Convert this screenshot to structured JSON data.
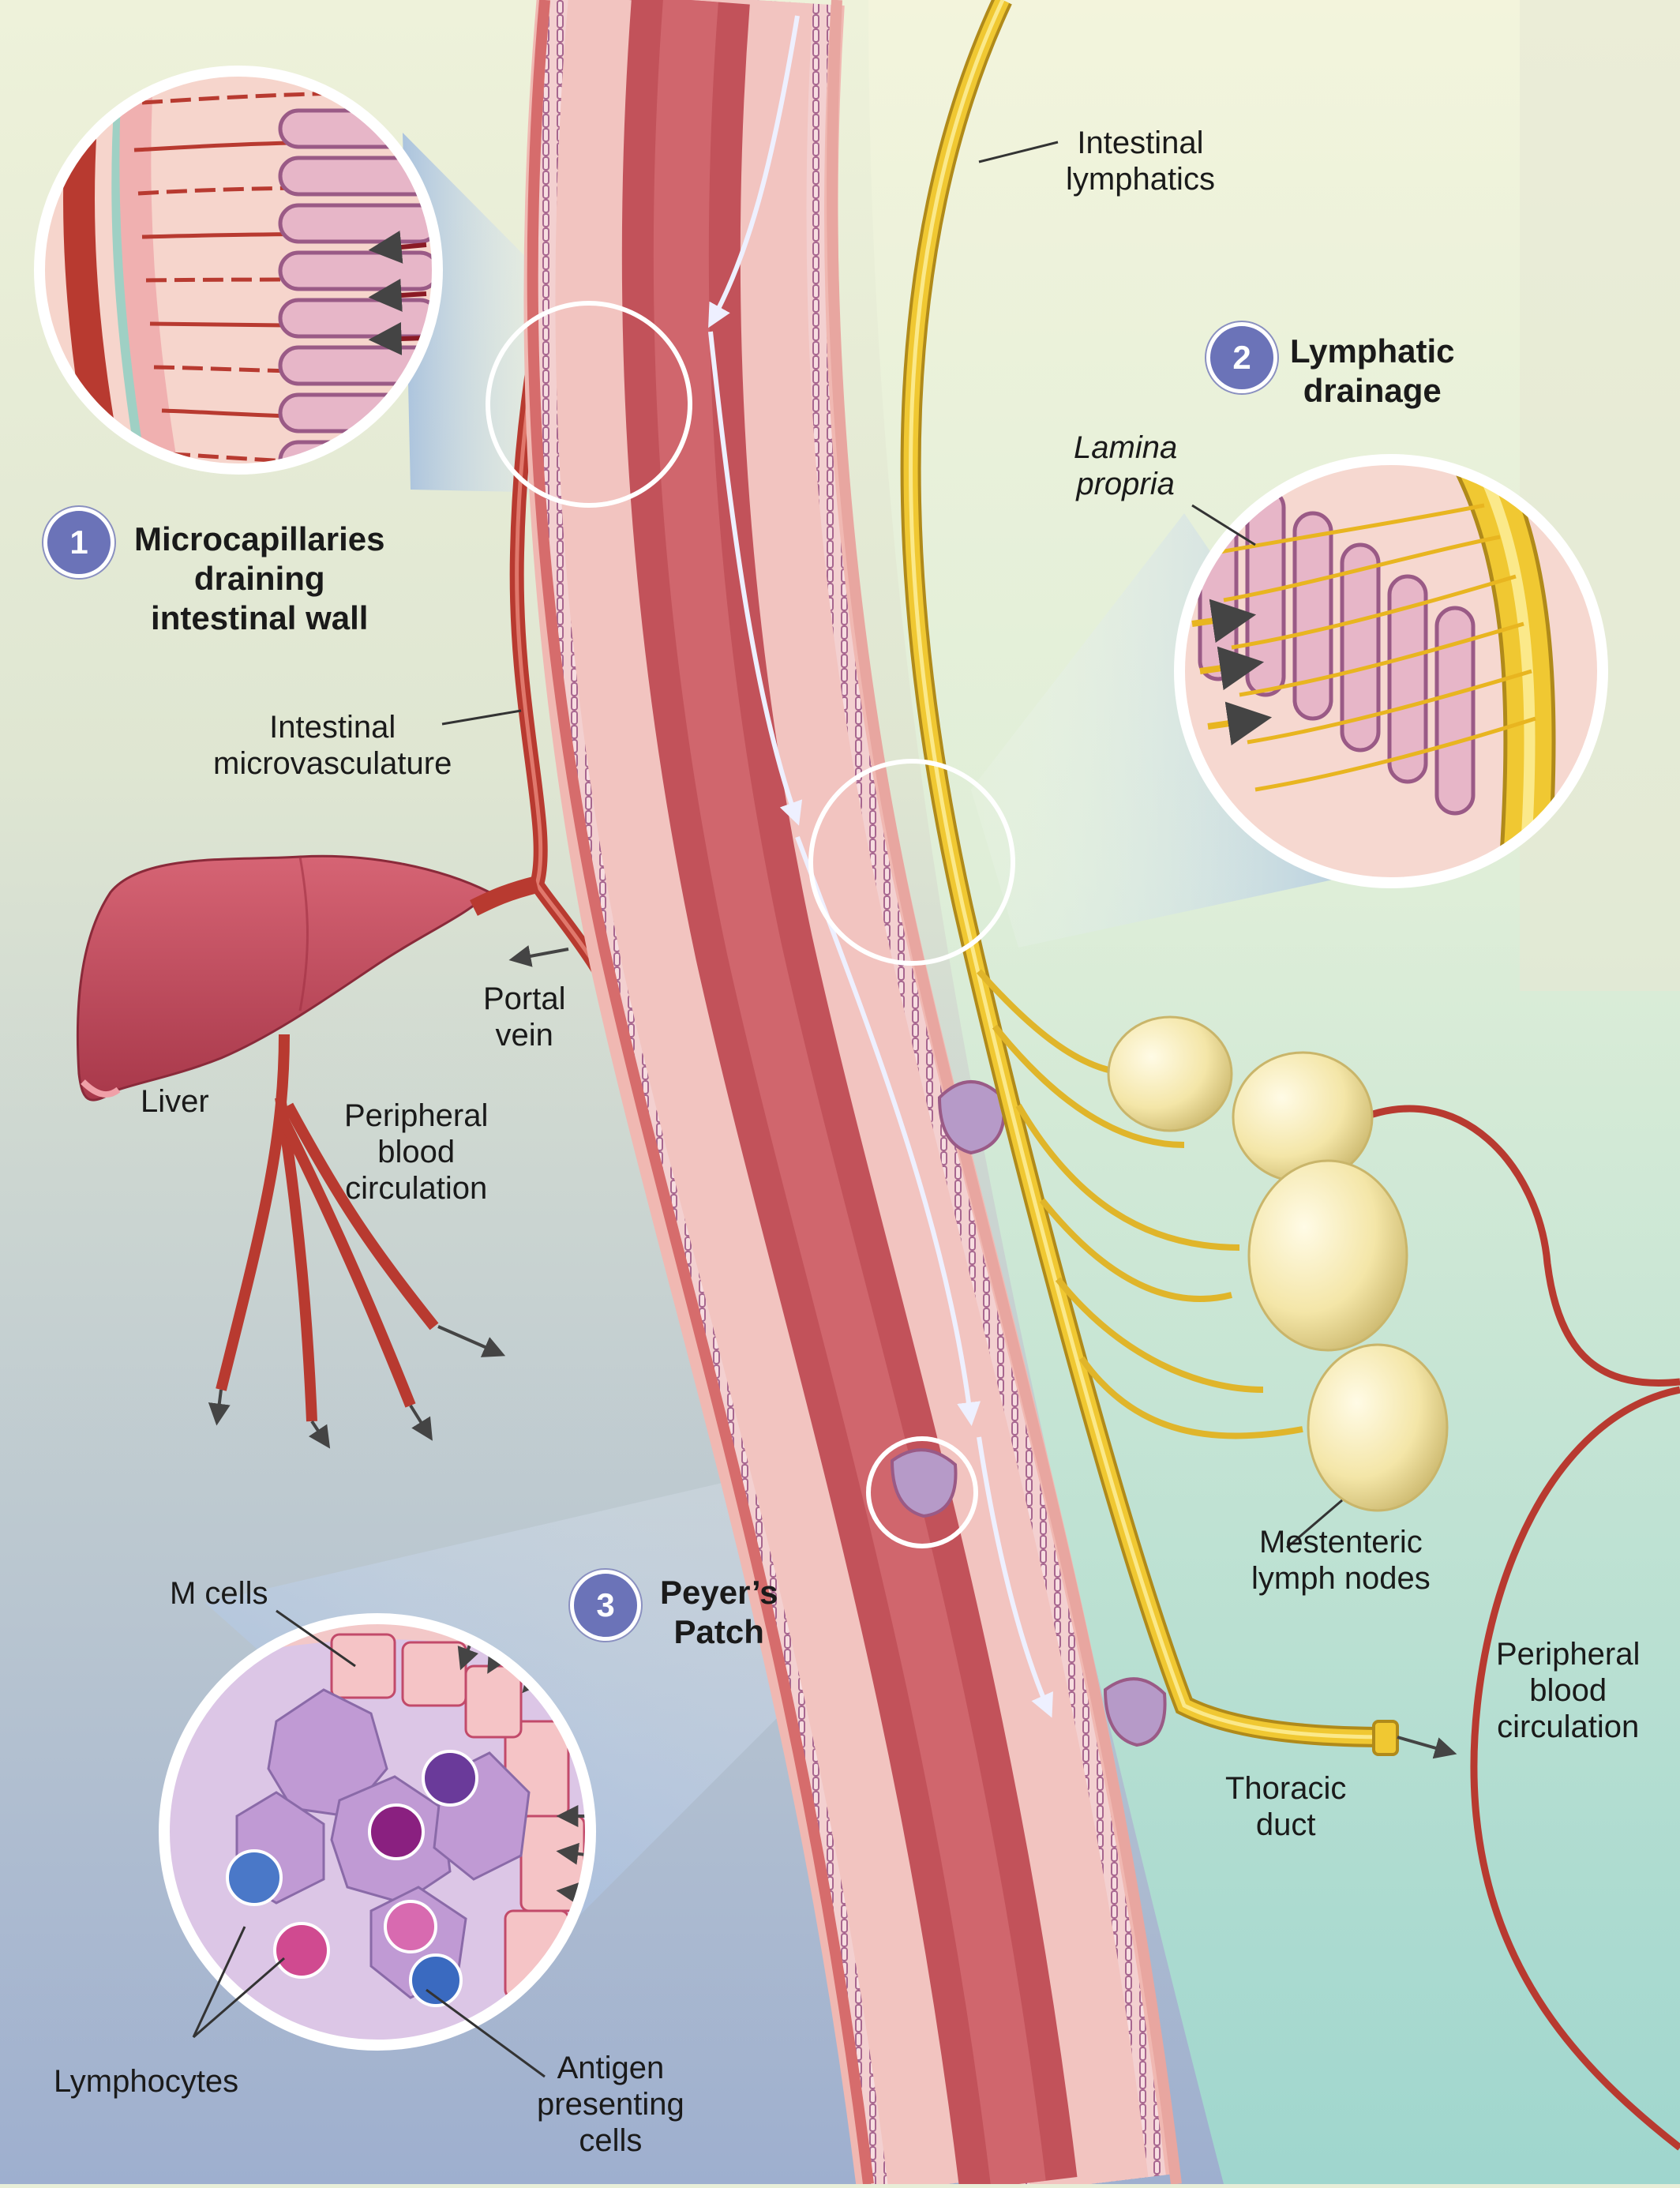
{
  "labels": {
    "intestinal_lymphatics": "Intestinal\nlymphatics",
    "intestinal_microvasculature": "Intestinal\nmicrovasculature",
    "portal_vein": "Portal\nvein",
    "liver": "Liver",
    "peripheral_blood_left": "Peripheral\nblood\ncirculation",
    "lamina_propria": "Lamina\npropria",
    "mesenteric_lymph_nodes": "Mestenteric\nlymph nodes",
    "peripheral_blood_right": "Peripheral\nblood\ncirculation",
    "thoracic_duct": "Thoracic\nduct",
    "m_cells": "M cells",
    "lymphocytes": "Lymphocytes",
    "antigen_presenting_cells": "Antigen\npresenting\ncells"
  },
  "callouts": [
    {
      "number": "1",
      "title": "Microcapillaries\ndraining\nintestinal wall"
    },
    {
      "number": "2",
      "title": "Lymphatic\ndrainage"
    },
    {
      "number": "3",
      "title": "Peyer’s\nPatch"
    }
  ],
  "colors": {
    "gut_wall": "#c2525a",
    "gut_lumen": "#d9747a",
    "mucosa": "#f2c4c0",
    "villi": "#9a5a86",
    "blood_vessel": "#b83a30",
    "lymphatic": "#f0c832",
    "lymph_node": "#f5eab0",
    "badge": "#6b73b8"
  }
}
